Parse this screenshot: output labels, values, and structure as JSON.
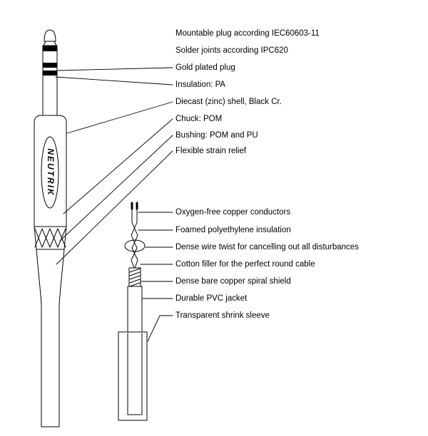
{
  "diagram": {
    "brand": "NEUTRIK",
    "line_color": "#000000",
    "background_color": "#ffffff",
    "plug_labels": [
      {
        "text": "Mountable plug according IEC60603-11"
      },
      {
        "text": "Solder joints according IPC620"
      },
      {
        "text": "Gold plated plug"
      },
      {
        "text": "Insulation: PA"
      },
      {
        "text": "Diecast (zinc) shell, Black Cr."
      },
      {
        "text": "Chuck: POM"
      },
      {
        "text": "Bushing: POM and PU"
      },
      {
        "text": "Flexible strain relief"
      }
    ],
    "cable_labels": [
      {
        "text": "Oxygen-free copper conductors"
      },
      {
        "text": "Foamed polyethylene insulation"
      },
      {
        "text": "Dense wire twist for cancelling out all disturbances"
      },
      {
        "text": "Cotton filler for the perfect round cable"
      },
      {
        "text": "Dense bare copper spiral shield"
      },
      {
        "text": "Durable PVC jacket"
      },
      {
        "text": "Transparent shrink sleeve"
      }
    ]
  }
}
